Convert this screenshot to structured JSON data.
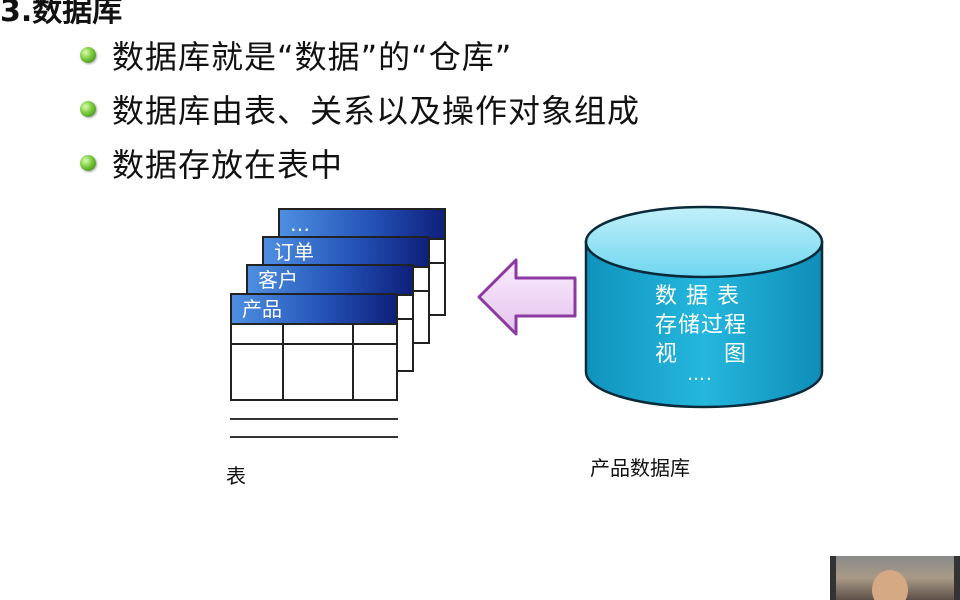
{
  "slide": {
    "title_fragment": "3.数据库",
    "bullets": [
      "数据库就是“数据”的“仓库”",
      "数据库由表、关系以及操作对象组成",
      "数据存放在表中"
    ]
  },
  "diagram": {
    "tables": [
      {
        "name": "…"
      },
      {
        "name": "订单"
      },
      {
        "name": "客户"
      },
      {
        "name": "产品"
      }
    ],
    "tables_caption": "表",
    "database_items": [
      "数 据 表",
      "存储过程",
      "视　　图",
      "…."
    ],
    "database_caption": "产品数据库",
    "colors": {
      "header_start": "#4e8fe0",
      "header_end": "#0e1f7a",
      "arrow_fill": "#f0ddf5",
      "arrow_stroke": "#8a3aa0",
      "cylinder_body": "#1aa9d4",
      "cylinder_top": "#8fe0f4"
    }
  }
}
